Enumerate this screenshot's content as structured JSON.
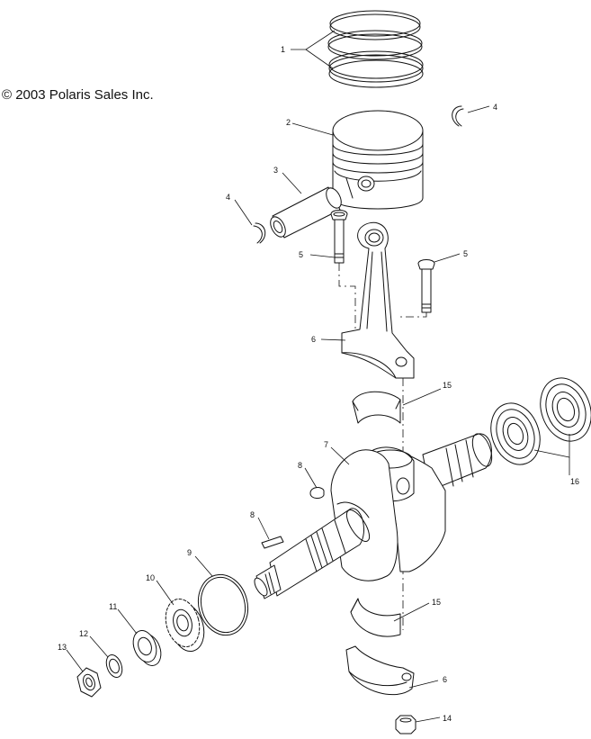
{
  "copyright": "© 2003 Polaris Sales Inc.",
  "callouts": {
    "piston_rings": "1",
    "piston": "2",
    "piston_pin": "3",
    "circlip_left": "4",
    "circlip_right": "4",
    "bolt_left": "5",
    "bolt_right": "5",
    "rod_upper": "6",
    "crankshaft": "7",
    "key_upper": "8",
    "key_lower": "8",
    "oring": "9",
    "gear": "10",
    "washer": "11",
    "lockwasher": "12",
    "nut": "13",
    "nut_lower": "14",
    "bearing_upper": "15",
    "main_bearing": "16",
    "bearing_lower": "15",
    "cap_lower": "6"
  }
}
